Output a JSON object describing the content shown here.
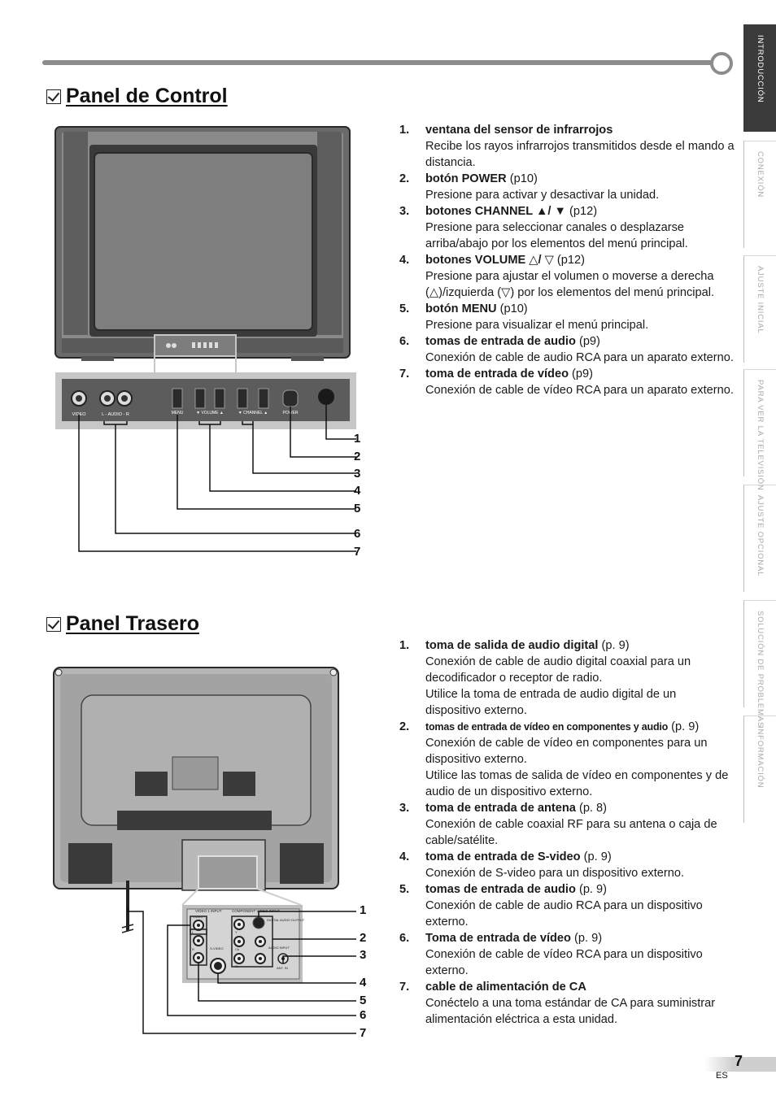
{
  "tabs": [
    {
      "label": "INTRODUCCIÓN",
      "active": true
    },
    {
      "label": "CONEXIÓN",
      "active": false
    },
    {
      "label": "AJUSTE INICIAL",
      "active": false
    },
    {
      "label": "PARA VER LA TELEVISIÓN",
      "active": false
    },
    {
      "label": "AJUSTE OPCIONAL",
      "active": false
    },
    {
      "label": "SOLUCIÓN DE PROBLEMAS",
      "active": false
    },
    {
      "label": "INFORMACIÓN",
      "active": false
    }
  ],
  "control": {
    "title": "Panel de Control",
    "panel_labels": {
      "video": "VIDEO",
      "audio": "L - AUDIO - R",
      "menu": "MENU",
      "volume": "▼ VOLUME ▲",
      "channel": "▼ CHANNEL ▲",
      "power": "POWER"
    },
    "callouts": [
      "1",
      "2",
      "3",
      "4",
      "5",
      "6",
      "7"
    ],
    "items": [
      {
        "num": "1.",
        "title": "ventana del sensor de infrarrojos",
        "ref": "",
        "lines": [
          "Recibe los rayos infrarrojos transmitidos desde el mando a distancia."
        ]
      },
      {
        "num": "2.",
        "title": "botón POWER",
        "ref": " (p10)",
        "lines": [
          "Presione para activar y desactivar la unidad."
        ]
      },
      {
        "num": "3.",
        "title": "botones CHANNEL ▲/ ▼",
        "ref": " (p12)",
        "lines": [
          "Presione para seleccionar canales o desplazarse arriba/abajo por los elementos del menú principal."
        ]
      },
      {
        "num": "4.",
        "title": "botones VOLUME △/ ▽",
        "ref": " (p12)",
        "lines": [
          "Presione para ajustar el volumen o moverse a derecha (△)/izquierda (▽) por los elementos del menú principal."
        ]
      },
      {
        "num": "5.",
        "title": "botón MENU",
        "ref": " (p10)",
        "lines": [
          "Presione para visualizar el menú principal."
        ]
      },
      {
        "num": "6.",
        "title": "tomas de entrada de audio",
        "ref": " (p9)",
        "lines": [
          "Conexión de cable de audio RCA para un aparato externo."
        ]
      },
      {
        "num": "7.",
        "title": "toma de entrada de vídeo",
        "ref": " (p9)",
        "lines": [
          "Conexión de cable de vídeo RCA para un aparato externo."
        ]
      }
    ]
  },
  "rear": {
    "title": "Panel Trasero",
    "panel_labels": {
      "video1_input": "VIDEO 1 INPUT",
      "component_input": "COMPONENT VIDEO INPUT",
      "video": "VIDEO",
      "l": "L",
      "r": "R",
      "svideo": "S-VIDEO",
      "y": "Y",
      "cb": "Cb",
      "cr": "Cr",
      "digital_out": "DIGITAL AUDIO OUTPUT",
      "audio_input": "AUDIO INPUT",
      "ant_in": "ANT. IN"
    },
    "callouts": [
      "1",
      "2",
      "3",
      "4",
      "5",
      "6",
      "7"
    ],
    "items": [
      {
        "num": "1.",
        "title": "toma de salida de audio digital",
        "ref": " (p. 9)",
        "cond": false,
        "lines": [
          "Conexión de cable de audio digital coaxial para un decodificador o receptor de radio.",
          "Utilice la toma de entrada de audio digital de un dispositivo externo."
        ]
      },
      {
        "num": "2.",
        "title": "tomas de entrada de vídeo en componentes y audio",
        "ref": " (p. 9)",
        "cond": true,
        "lines": [
          "Conexión de cable de vídeo en componentes para un dispositivo externo.",
          "Utilice las tomas de salida de vídeo en componentes y de audio de un dispositivo externo."
        ]
      },
      {
        "num": "3.",
        "title": "toma de entrada de antena",
        "ref": " (p. 8)",
        "cond": false,
        "lines": [
          "Conexión de cable coaxial RF para su antena o caja de cable/satélite."
        ]
      },
      {
        "num": "4.",
        "title": "toma de entrada de S-video",
        "ref": " (p. 9)",
        "cond": false,
        "lines": [
          "Conexión de S-video para un dispositivo externo."
        ]
      },
      {
        "num": "5.",
        "title": "tomas de entrada de audio",
        "ref": " (p. 9)",
        "cond": false,
        "lines": [
          "Conexión de cable de audio RCA para un dispositivo externo."
        ]
      },
      {
        "num": "6.",
        "title": "Toma de entrada de vídeo",
        "ref": " (p. 9)",
        "cond": false,
        "lines": [
          "Conexión de cable de vídeo RCA para un dispositivo externo."
        ]
      },
      {
        "num": "7.",
        "title": "cable de alimentación de CA",
        "ref": "",
        "cond": false,
        "lines": [
          "Conéctelo a una toma estándar de CA para suministrar alimentación eléctrica a esta unidad."
        ]
      }
    ]
  },
  "footer": {
    "page": "7",
    "lang": "ES"
  }
}
